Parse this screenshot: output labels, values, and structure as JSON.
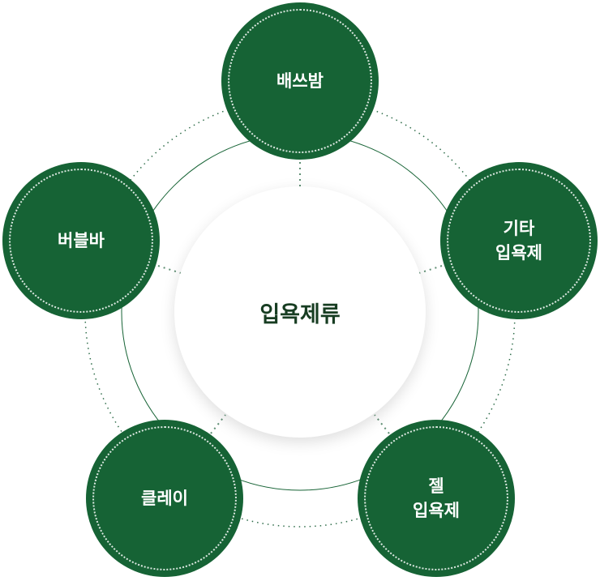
{
  "center": {
    "label": "입욕제류"
  },
  "nodes": [
    {
      "label": "배쓰밤"
    },
    {
      "label": "기타\n입욕제"
    },
    {
      "label": "젤\n입욕제"
    },
    {
      "label": "클레이"
    },
    {
      "label": "버블바"
    }
  ],
  "colors": {
    "node": "#166335",
    "line": "#166335"
  }
}
